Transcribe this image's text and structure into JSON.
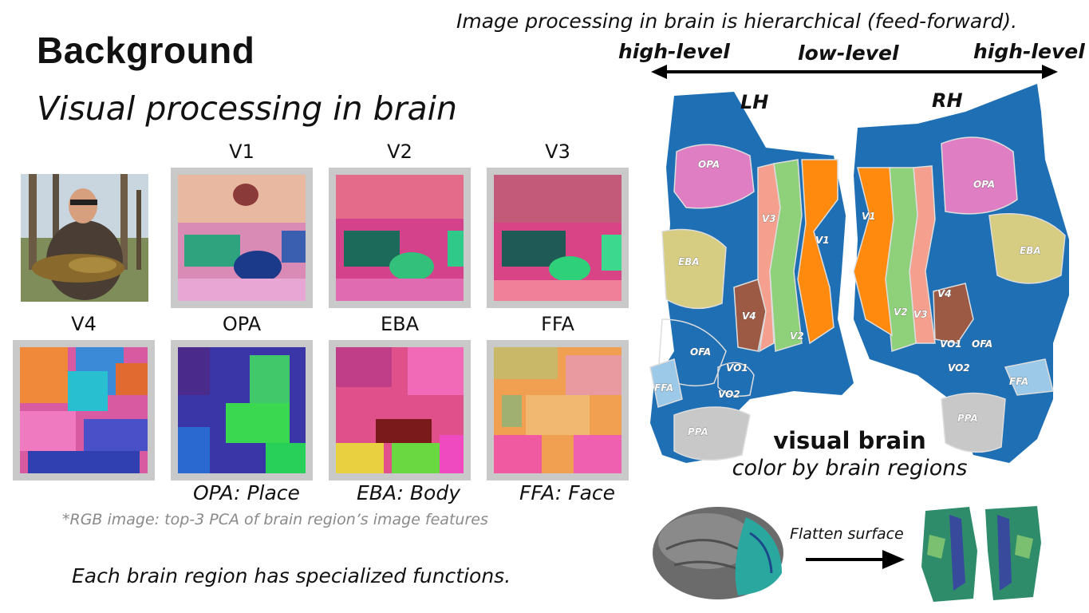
{
  "title": "Background",
  "subtitle": "Visual processing in brain",
  "top_note": "Image processing in brain is hierarchical (feed-forward).",
  "direction_labels": {
    "left": "high-level",
    "center": "low-level",
    "right": "high-level"
  },
  "panels": [
    {
      "label": "",
      "kind": "photo"
    },
    {
      "label": "V1"
    },
    {
      "label": "V2"
    },
    {
      "label": "V3"
    },
    {
      "label": "V4"
    },
    {
      "label": "OPA"
    },
    {
      "label": "EBA"
    },
    {
      "label": "FFA"
    }
  ],
  "functions": [
    {
      "text": "OPA: Place"
    },
    {
      "text": "EBA: Body"
    },
    {
      "text": "FFA: Face"
    }
  ],
  "footnote": "*RGB image: top-3 PCA of brain region’s image features",
  "bottom_text": "Each brain region has specialized functions.",
  "hemispheres": {
    "left": "LH",
    "right": "RH"
  },
  "regions": [
    "OPA",
    "EBA",
    "V1",
    "V2",
    "V3",
    "V4",
    "OFA",
    "FFA",
    "VO1",
    "VO2",
    "PPA"
  ],
  "brain_caption": {
    "line1": "visual brain",
    "line2": "color by brain regions"
  },
  "flatten_label": "Flatten surface",
  "colors": {
    "cortex_blue": "#1f6fb5",
    "opa_pink": "#e07ec4",
    "eba_khaki": "#d6cd82",
    "v1_orange": "#ff8a0e",
    "v2_green": "#8fd17a",
    "v3_salmon": "#f5a08e",
    "v4_brown": "#9c5a45",
    "ppa_gray": "#c8c8c8",
    "ffa_lightblue": "#9cc9e8",
    "panel_border": "#c9c9c9"
  }
}
